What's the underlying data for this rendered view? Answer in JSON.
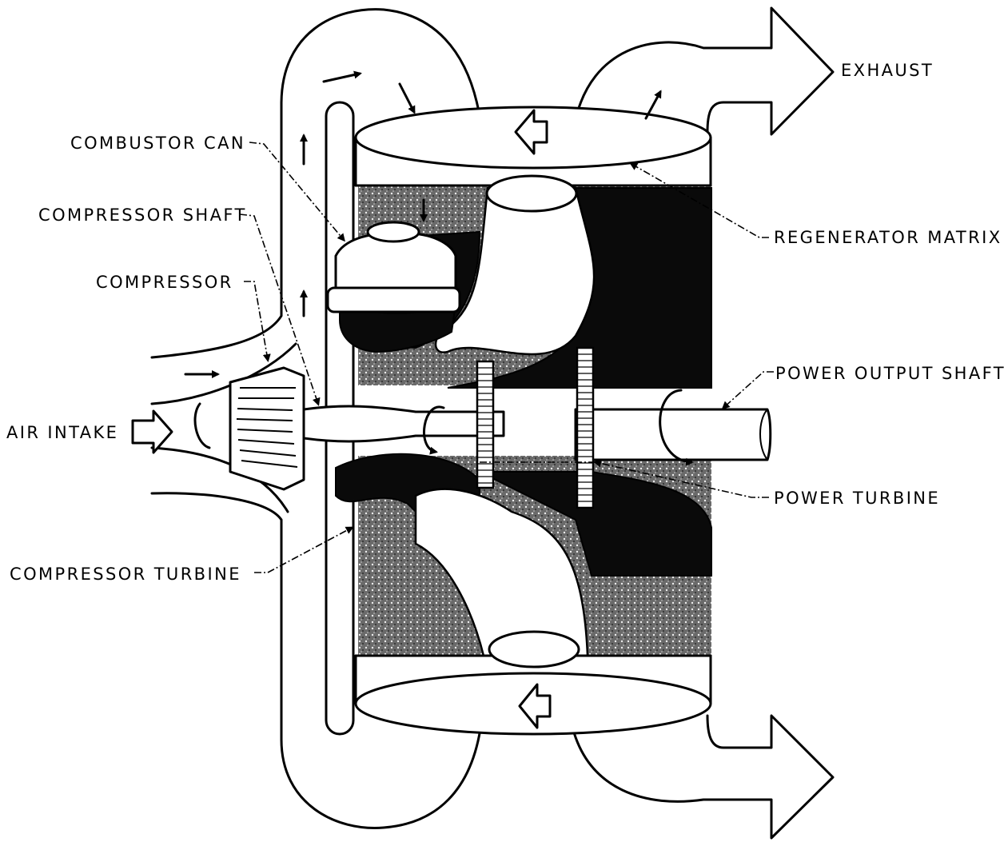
{
  "labels": {
    "exhaust": "EXHAUST",
    "combustor_can": "COMBUSTOR CAN",
    "compressor_shaft": "COMPRESSOR SHAFT",
    "compressor": "COMPRESSOR",
    "regenerator_matrix": "REGENERATOR MATRIX",
    "power_output_shaft": "POWER OUTPUT SHAFT",
    "air_intake": "AIR INTAKE",
    "power_turbine": "POWER TURBINE",
    "compressor_turbine": "COMPRESSOR TURBINE"
  },
  "colors": {
    "ink": "#000000",
    "paper": "#ffffff",
    "matrix_shade": "#5a5a5a"
  }
}
